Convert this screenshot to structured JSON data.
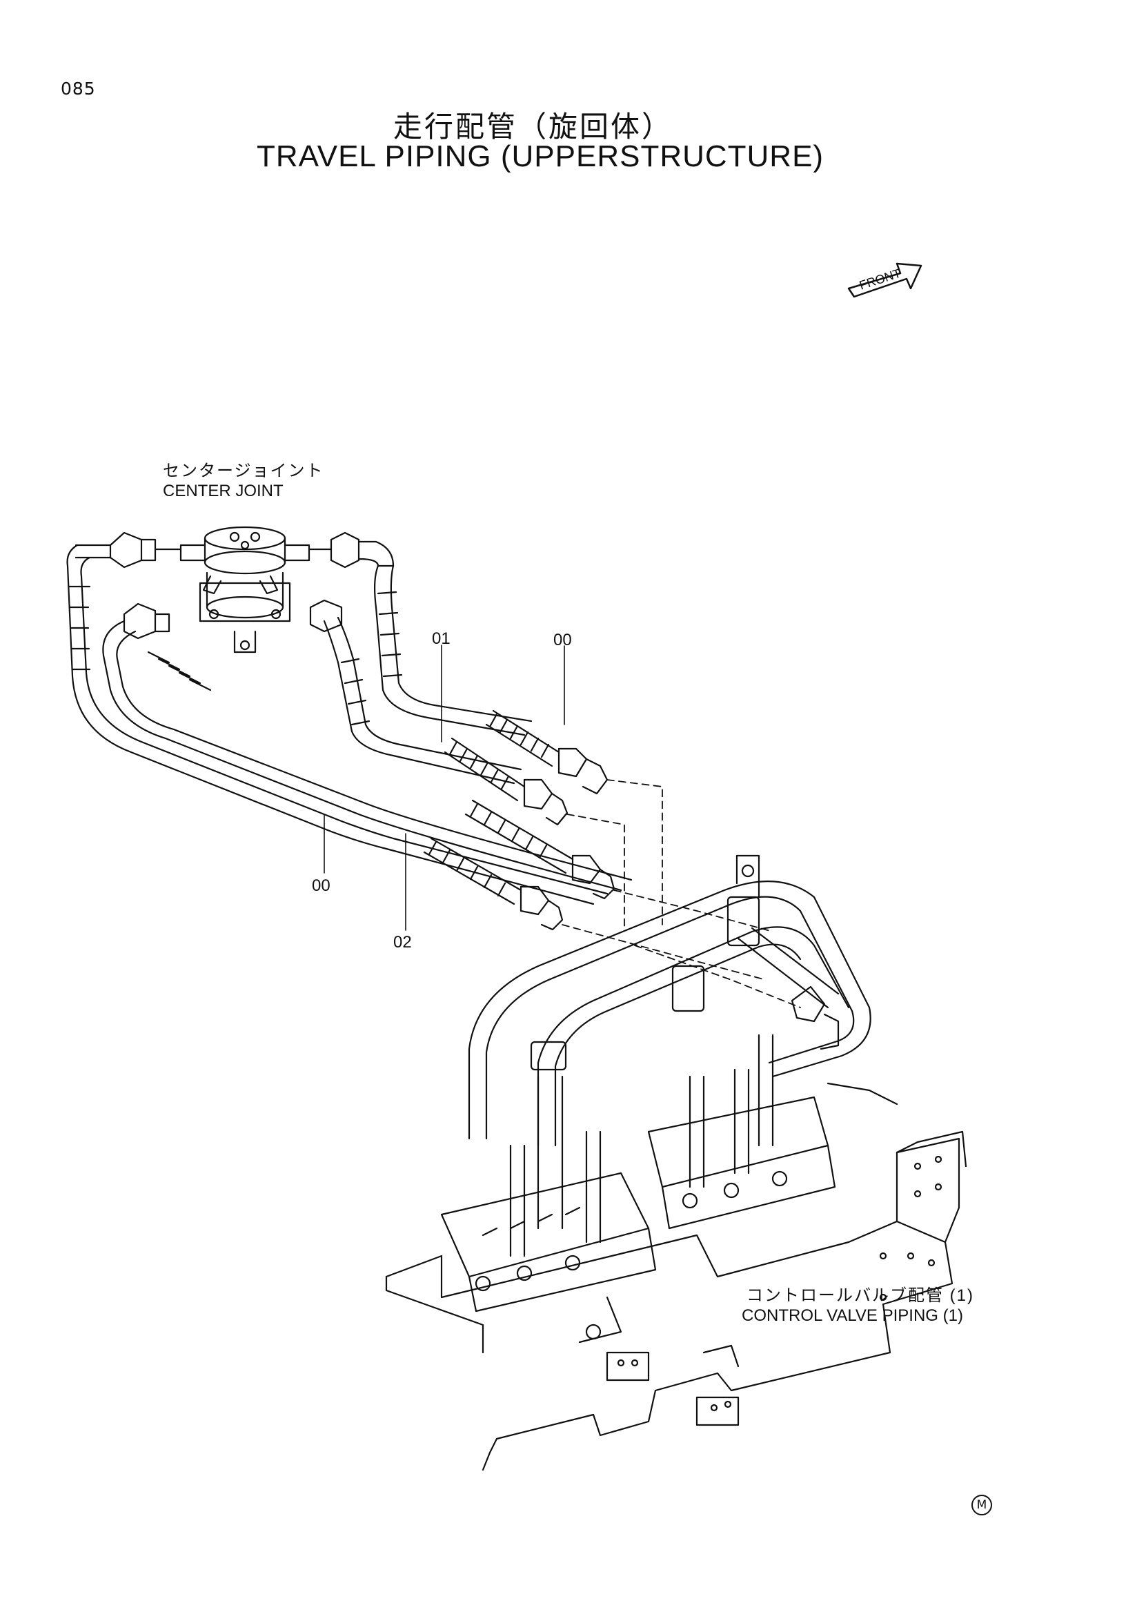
{
  "page_number": "085",
  "title": {
    "ja": "走行配管（旋回体）",
    "en": "TRAVEL PIPING (UPPERSTRUCTURE)"
  },
  "front_arrow_label": "FRONT",
  "labels": {
    "center_joint": {
      "ja": "センタージョイント",
      "en": "CENTER JOINT"
    },
    "control_valve_piping": {
      "ja": "コントロールバルブ配管 (1)",
      "en": "CONTROL VALVE PIPING (1)"
    }
  },
  "callouts": [
    "01",
    "00",
    "00",
    "02"
  ],
  "mark": "M",
  "icons": [
    "front-arrow-icon",
    "m-circle-icon"
  ]
}
